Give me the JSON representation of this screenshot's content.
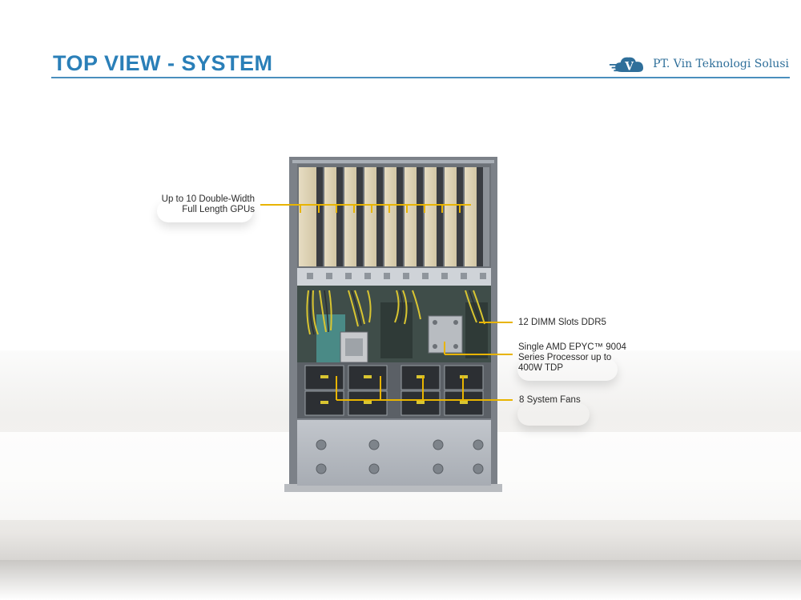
{
  "header": {
    "title": "TOP VIEW - SYSTEM",
    "logo_text": "PT. Vin Teknologi Solusi",
    "logo_letter": "V"
  },
  "callouts": {
    "gpus": [
      "Up to 10 Double-Width",
      "Full Length GPUs"
    ],
    "dimm": [
      "12 DIMM Slots DDR5"
    ],
    "cpu": [
      "Single AMD EPYC™ 9004",
      "Series Processor up to",
      "400W TDP"
    ],
    "fans": [
      "8 System Fans"
    ]
  },
  "colors": {
    "title": "#2a7fb8",
    "callout_line": "#e8b400",
    "logo": "#2f6f9a"
  }
}
